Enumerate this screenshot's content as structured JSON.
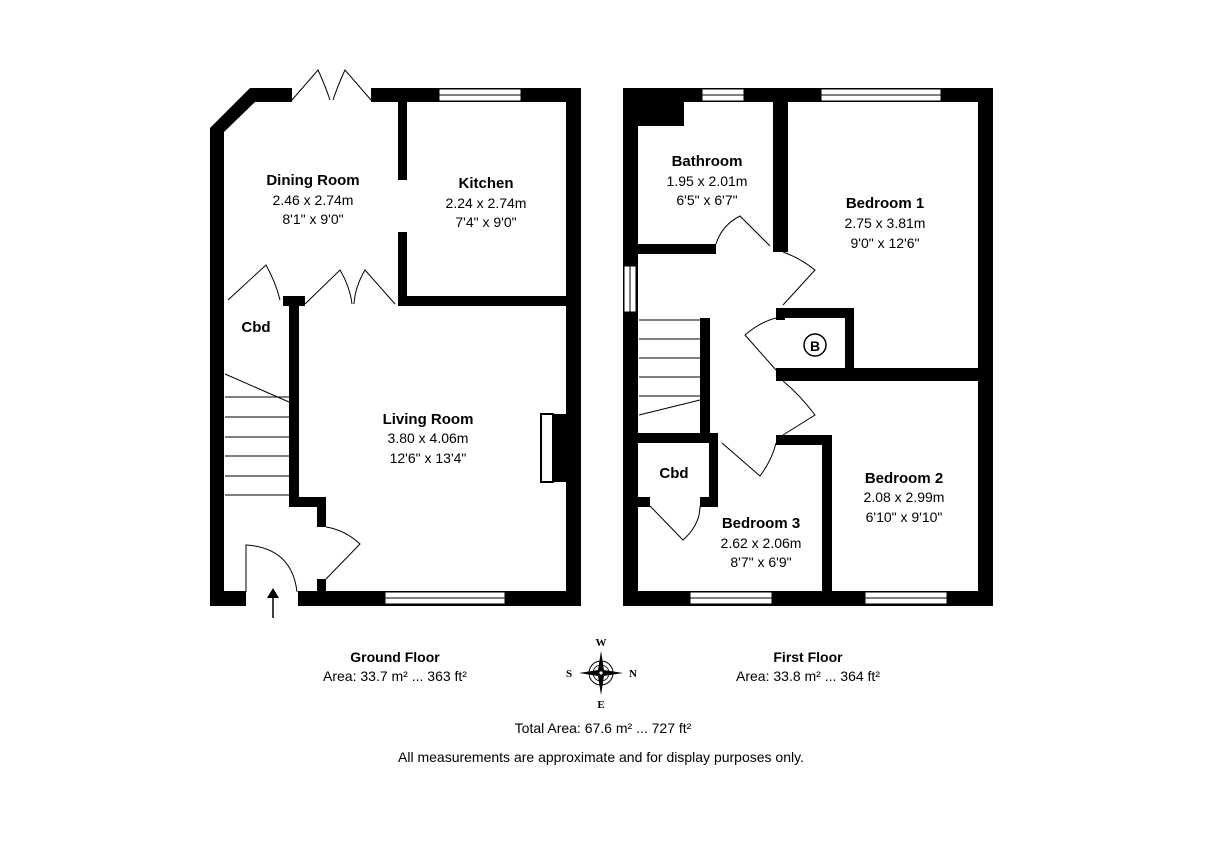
{
  "ground_floor": {
    "rooms": {
      "dining_room": {
        "name": "Dining Room",
        "metric": "2.46 x 2.74m",
        "imperial": "8'1\" x 9'0\""
      },
      "kitchen": {
        "name": "Kitchen",
        "metric": "2.24 x 2.74m",
        "imperial": "7'4\" x 9'0\""
      },
      "living_room": {
        "name": "Living Room",
        "metric": "3.80 x 4.06m",
        "imperial": "12'6\" x 13'4\""
      },
      "cbd": {
        "name": "Cbd"
      }
    },
    "title": "Ground Floor",
    "area": "Area: 33.7 m² ... 363 ft²"
  },
  "first_floor": {
    "rooms": {
      "bathroom": {
        "name": "Bathroom",
        "metric": "1.95 x 2.01m",
        "imperial": "6'5\" x 6'7\""
      },
      "bedroom1": {
        "name": "Bedroom 1",
        "metric": "2.75 x 3.81m",
        "imperial": "9'0\" x 12'6\""
      },
      "bedroom2": {
        "name": "Bedroom 2",
        "metric": "2.08 x 2.99m",
        "imperial": "6'10\" x 9'10\""
      },
      "bedroom3": {
        "name": "Bedroom 3",
        "metric": "2.62 x 2.06m",
        "imperial": "8'7\" x 6'9\""
      },
      "cbd": {
        "name": "Cbd"
      },
      "boiler": {
        "name": "B"
      }
    },
    "title": "First Floor",
    "area": "Area: 33.8 m² ... 364 ft²"
  },
  "compass": {
    "w": "W",
    "s": "S",
    "n": "N",
    "e": "E"
  },
  "total_area": "Total Area: 67.6 m² ... 727 ft²",
  "disclaimer": "All measurements are approximate and for display purposes only."
}
